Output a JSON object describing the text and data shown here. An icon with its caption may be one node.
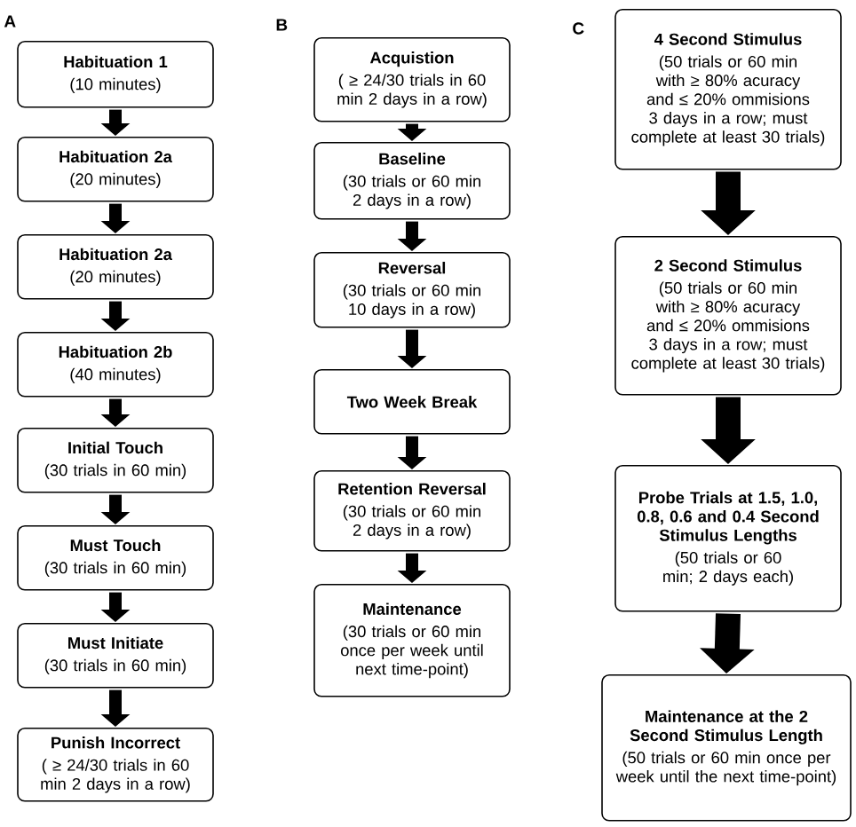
{
  "diagram": {
    "nodes": [
      {
        "text": [
          "Habituation 1",
          "(10 minutes)"
        ]
      },
      {
        "text": [
          "Habituation 2a",
          "(20 minutes)"
        ]
      },
      {
        "text": [
          "Habituation 2a",
          "(20 minutes)"
        ]
      },
      {
        "text": [
          "Habituation 2b",
          "(40 minutes)"
        ]
      },
      {
        "text": [
          "Initial Touch",
          "(30 trials in 60 min)"
        ]
      },
      {
        "text": [
          "Must Touch",
          "(30 trials in 60 min)"
        ]
      },
      {
        "text": [
          "Must Initiate",
          "(30 trials in 60 min)"
        ]
      },
      {
        "text": [
          "Punish Incorrect",
          "( ≥ 24/30 trials in 60 min 2 days in a row)"
        ]
      },
      {
        "text": [
          "Acquistion",
          "( ≥ 24/30 trials in 60 min 2 days in a row)"
        ]
      },
      {
        "text": [
          "Baseline",
          "(30 trials or 60 min 2 days in a row)"
        ]
      },
      {
        "text": [
          "Reversal",
          "(30 trials or 60 min 10 days in a row)"
        ]
      },
      {
        "text": [
          "Two Week Break"
        ]
      },
      {
        "text": [
          "Retention Reversal",
          "(30 trials or 60 min 2 days in a row)"
        ]
      },
      {
        "text": [
          "Maintenance",
          "(30 trials or 60 min once per week until next time-point)"
        ]
      },
      {
        "text": [
          "4 Second Stimulus",
          "(50 trials or 60 min with ≥ 80% acuracy and ≤ 20% ommisions 3 days in a row; must complete at least 30 trials)"
        ]
      },
      {
        "text": [
          "2 Second Stimulus",
          "(50 trials or 60 min with ≥ 80% acuracy and ≤ 20% ommisions 3 days in a row; must complete at least 30 trials)"
        ]
      },
      {
        "text": [
          "Probe Trials at 1.5, 1.0, 0.8, 0.6 and 0.4 Second Stimulus Lengths",
          "(50 trials or 60 min; 2 days each)"
        ]
      },
      {
        "text": [
          "Maintenance at the 2 Second Stimulus Length",
          "(50 trials or 60 min once per week until the next time-point)"
        ]
      }
    ],
    "edges": [
      {
        "from": 0,
        "to": 1,
        "arrow": "to"
      },
      {
        "from": 1,
        "to": 2,
        "arrow": "to"
      },
      {
        "from": 2,
        "to": 3,
        "arrow": "to"
      },
      {
        "from": 3,
        "to": 4,
        "arrow": "to"
      },
      {
        "from": 4,
        "to": 5,
        "arrow": "to"
      },
      {
        "from": 5,
        "to": 6,
        "arrow": "to"
      },
      {
        "from": 6,
        "to": 7,
        "arrow": "to"
      },
      {
        "from": 8,
        "to": 9,
        "arrow": "to"
      },
      {
        "from": 9,
        "to": 10,
        "arrow": "to"
      },
      {
        "from": 10,
        "to": 11,
        "arrow": "to"
      },
      {
        "from": 11,
        "to": 12,
        "arrow": "to"
      },
      {
        "from": 12,
        "to": 13,
        "arrow": "to"
      },
      {
        "from": 14,
        "to": 15,
        "arrow": "to",
        "style": "thick"
      },
      {
        "from": 15,
        "to": 16,
        "arrow": "to",
        "style": "thick"
      },
      {
        "from": 16,
        "to": 17,
        "arrow": "to",
        "style": "thick"
      }
    ],
    "labels": [
      "A",
      "B",
      "C"
    ]
  }
}
